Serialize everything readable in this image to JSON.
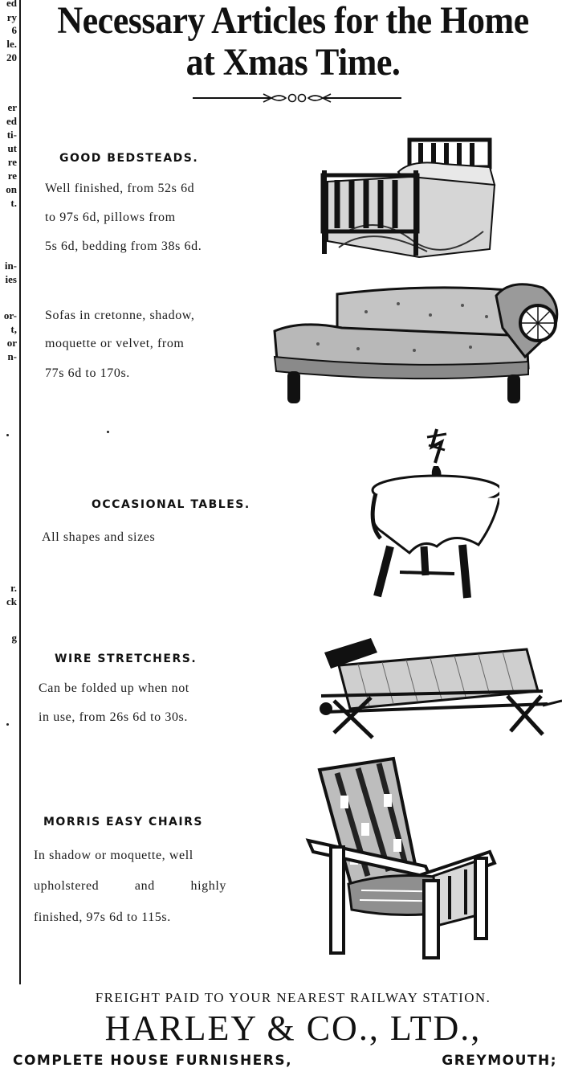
{
  "title": {
    "line1": "Necessary Articles for the Home",
    "line2": "at Xmas Time."
  },
  "margin_fragments": [
    "ed",
    "ry",
    "6",
    "le.",
    "20",
    "er",
    "ed",
    "ti-",
    "ut",
    "re",
    "re",
    "on",
    "t.",
    "in-",
    "ies",
    "or-",
    "t,",
    "or",
    "n-",
    "r.",
    "ck",
    "g"
  ],
  "items": [
    {
      "id": "bedsteads",
      "heading": "GOOD BEDSTEADS.",
      "lines": [
        "Well finished, from 52s 6d",
        "to 97s 6d, pillows from",
        "5s 6d, bedding from 38s 6d."
      ],
      "illustration": "bedstead-icon"
    },
    {
      "id": "sofas",
      "heading": "",
      "lines": [
        "Sofas in cretonne, shadow,",
        "moquette or velvet, from",
        "77s 6d to 170s."
      ],
      "illustration": "sofa-icon"
    },
    {
      "id": "tables",
      "heading": "OCCASIONAL TABLES.",
      "lines": [
        "All shapes and sizes"
      ],
      "illustration": "table-icon"
    },
    {
      "id": "stretchers",
      "heading": "WIRE STRETCHERS.",
      "lines": [
        "Can be folded up when not",
        "in use, from 26s 6d to 30s."
      ],
      "illustration": "stretcher-icon"
    },
    {
      "id": "chairs",
      "heading": "MORRIS EASY CHAIRS",
      "lines": [
        "In shadow or moquette, well",
        "upholstered and highly",
        "finished, 97s 6d to 115s."
      ],
      "illustration": "easy-chair-icon"
    }
  ],
  "footer": {
    "freight": "FREIGHT PAID TO YOUR NEAREST RAILWAY STATION.",
    "company": "HARLEY & CO., LTD.,",
    "tagline": "COMPLETE HOUSE FURNISHERS,",
    "town": "GREYMOUTH;"
  },
  "colors": {
    "ink": "#111111",
    "paper": "#ffffff"
  }
}
